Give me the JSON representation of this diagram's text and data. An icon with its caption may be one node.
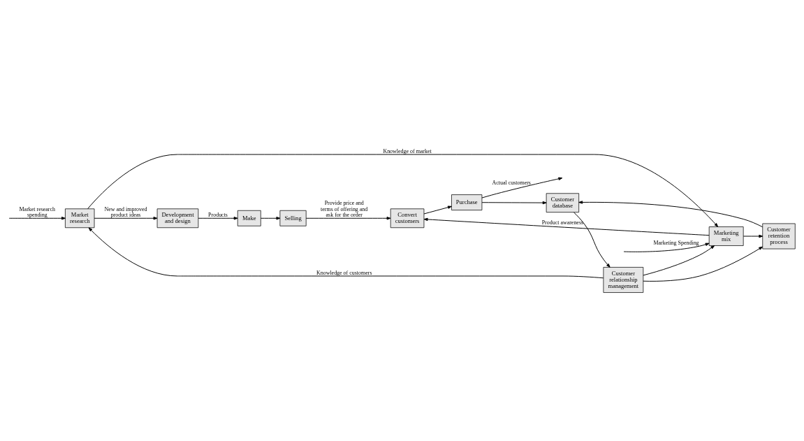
{
  "diagram": {
    "nodes": [
      {
        "text": [
          "Market research"
        ]
      },
      {
        "text": [
          "Development and design"
        ]
      },
      {
        "text": [
          "Make"
        ]
      },
      {
        "text": [
          "Selling"
        ]
      },
      {
        "text": [
          "Marketing mix"
        ]
      },
      {
        "text": [
          "Convert customers"
        ]
      },
      {
        "text": [
          "Purchase"
        ]
      },
      {
        "text": [
          "Customer retention process"
        ]
      },
      {
        "text": [
          "Customer database"
        ]
      },
      {
        "text": [
          "Customer relationship management"
        ]
      }
    ],
    "edges": [
      {
        "from": 0,
        "to": 1,
        "arrow": "to",
        "label": "New and improved product ideas"
      },
      {
        "from": 1,
        "to": 2,
        "arrow": "to",
        "label": "Products"
      },
      {
        "from": 2,
        "to": 3,
        "arrow": "to"
      },
      {
        "from": 3,
        "to": 5,
        "arrow": "to",
        "label": "Provide price and terms of offering and ask for the order"
      },
      {
        "from": null,
        "to": 0,
        "arrow": "to",
        "label": "Market research spending"
      },
      {
        "from": 0,
        "to": 4,
        "arrow": "to",
        "label": "Knowledge of market"
      },
      {
        "from": null,
        "to": 4,
        "arrow": "to",
        "label": "Marketing Spending"
      },
      {
        "from": 4,
        "to": 5,
        "arrow": "to",
        "label": "Product awareness"
      },
      {
        "from": 5,
        "to": 6,
        "arrow": "to"
      },
      {
        "from": 6,
        "to": null,
        "arrow": "to",
        "label": "Actual customers"
      },
      {
        "from": 6,
        "to": 8,
        "arrow": "to"
      },
      {
        "from": 4,
        "to": 7,
        "arrow": "to"
      },
      {
        "from": 7,
        "to": 8,
        "arrow": "to"
      },
      {
        "from": 8,
        "to": 9,
        "arrow": "to"
      },
      {
        "from": 9,
        "to": 7,
        "arrow": "to"
      },
      {
        "from": 9,
        "to": 0,
        "arrow": "to",
        "label": "Knowledge of customers"
      },
      {
        "from": 9,
        "to": 4,
        "arrow": "to"
      }
    ]
  }
}
